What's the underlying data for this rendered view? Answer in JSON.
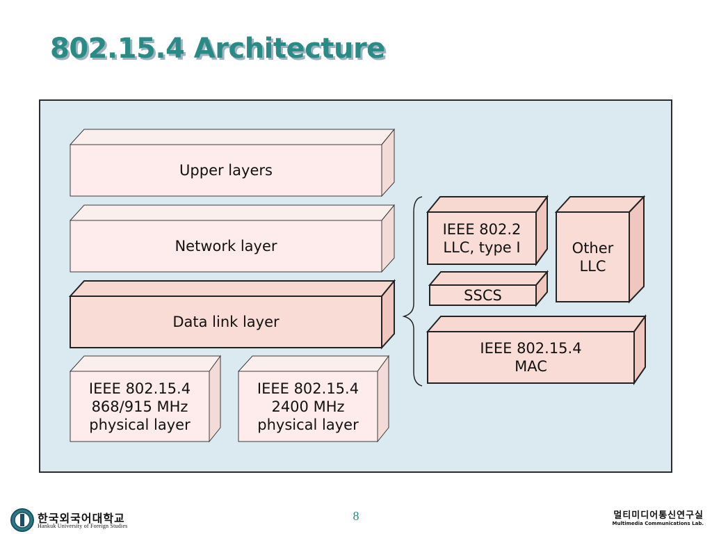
{
  "slide": {
    "title": "802.15.4 Architecture",
    "page_number": "8"
  },
  "diagram": {
    "upper_layers": "Upper layers",
    "network_layer": "Network layer",
    "data_link_layer": "Data link layer",
    "phy_868": "IEEE 802.15.4\n868/915 MHz\nphysical layer",
    "phy_2400": "IEEE 802.15.4\n2400 MHz\nphysical layer",
    "llc_8022": "IEEE 802.2\nLLC, type I",
    "other_llc": "Other\nLLC",
    "sscs": "SSCS",
    "mac": "IEEE 802.15.4\nMAC"
  },
  "footer": {
    "university_name": "한국외국어대학교",
    "university_sub": "Hankuk University of Foreign Studies",
    "lab_name": "멀티미디어통신연구실",
    "lab_sub": "Multimedia Communications Lab."
  },
  "colors": {
    "title": "#2a8a86",
    "light_box": "#fcebe9",
    "dark_box": "#f9dcd6",
    "diagram_bg": "#dbe9f1"
  }
}
